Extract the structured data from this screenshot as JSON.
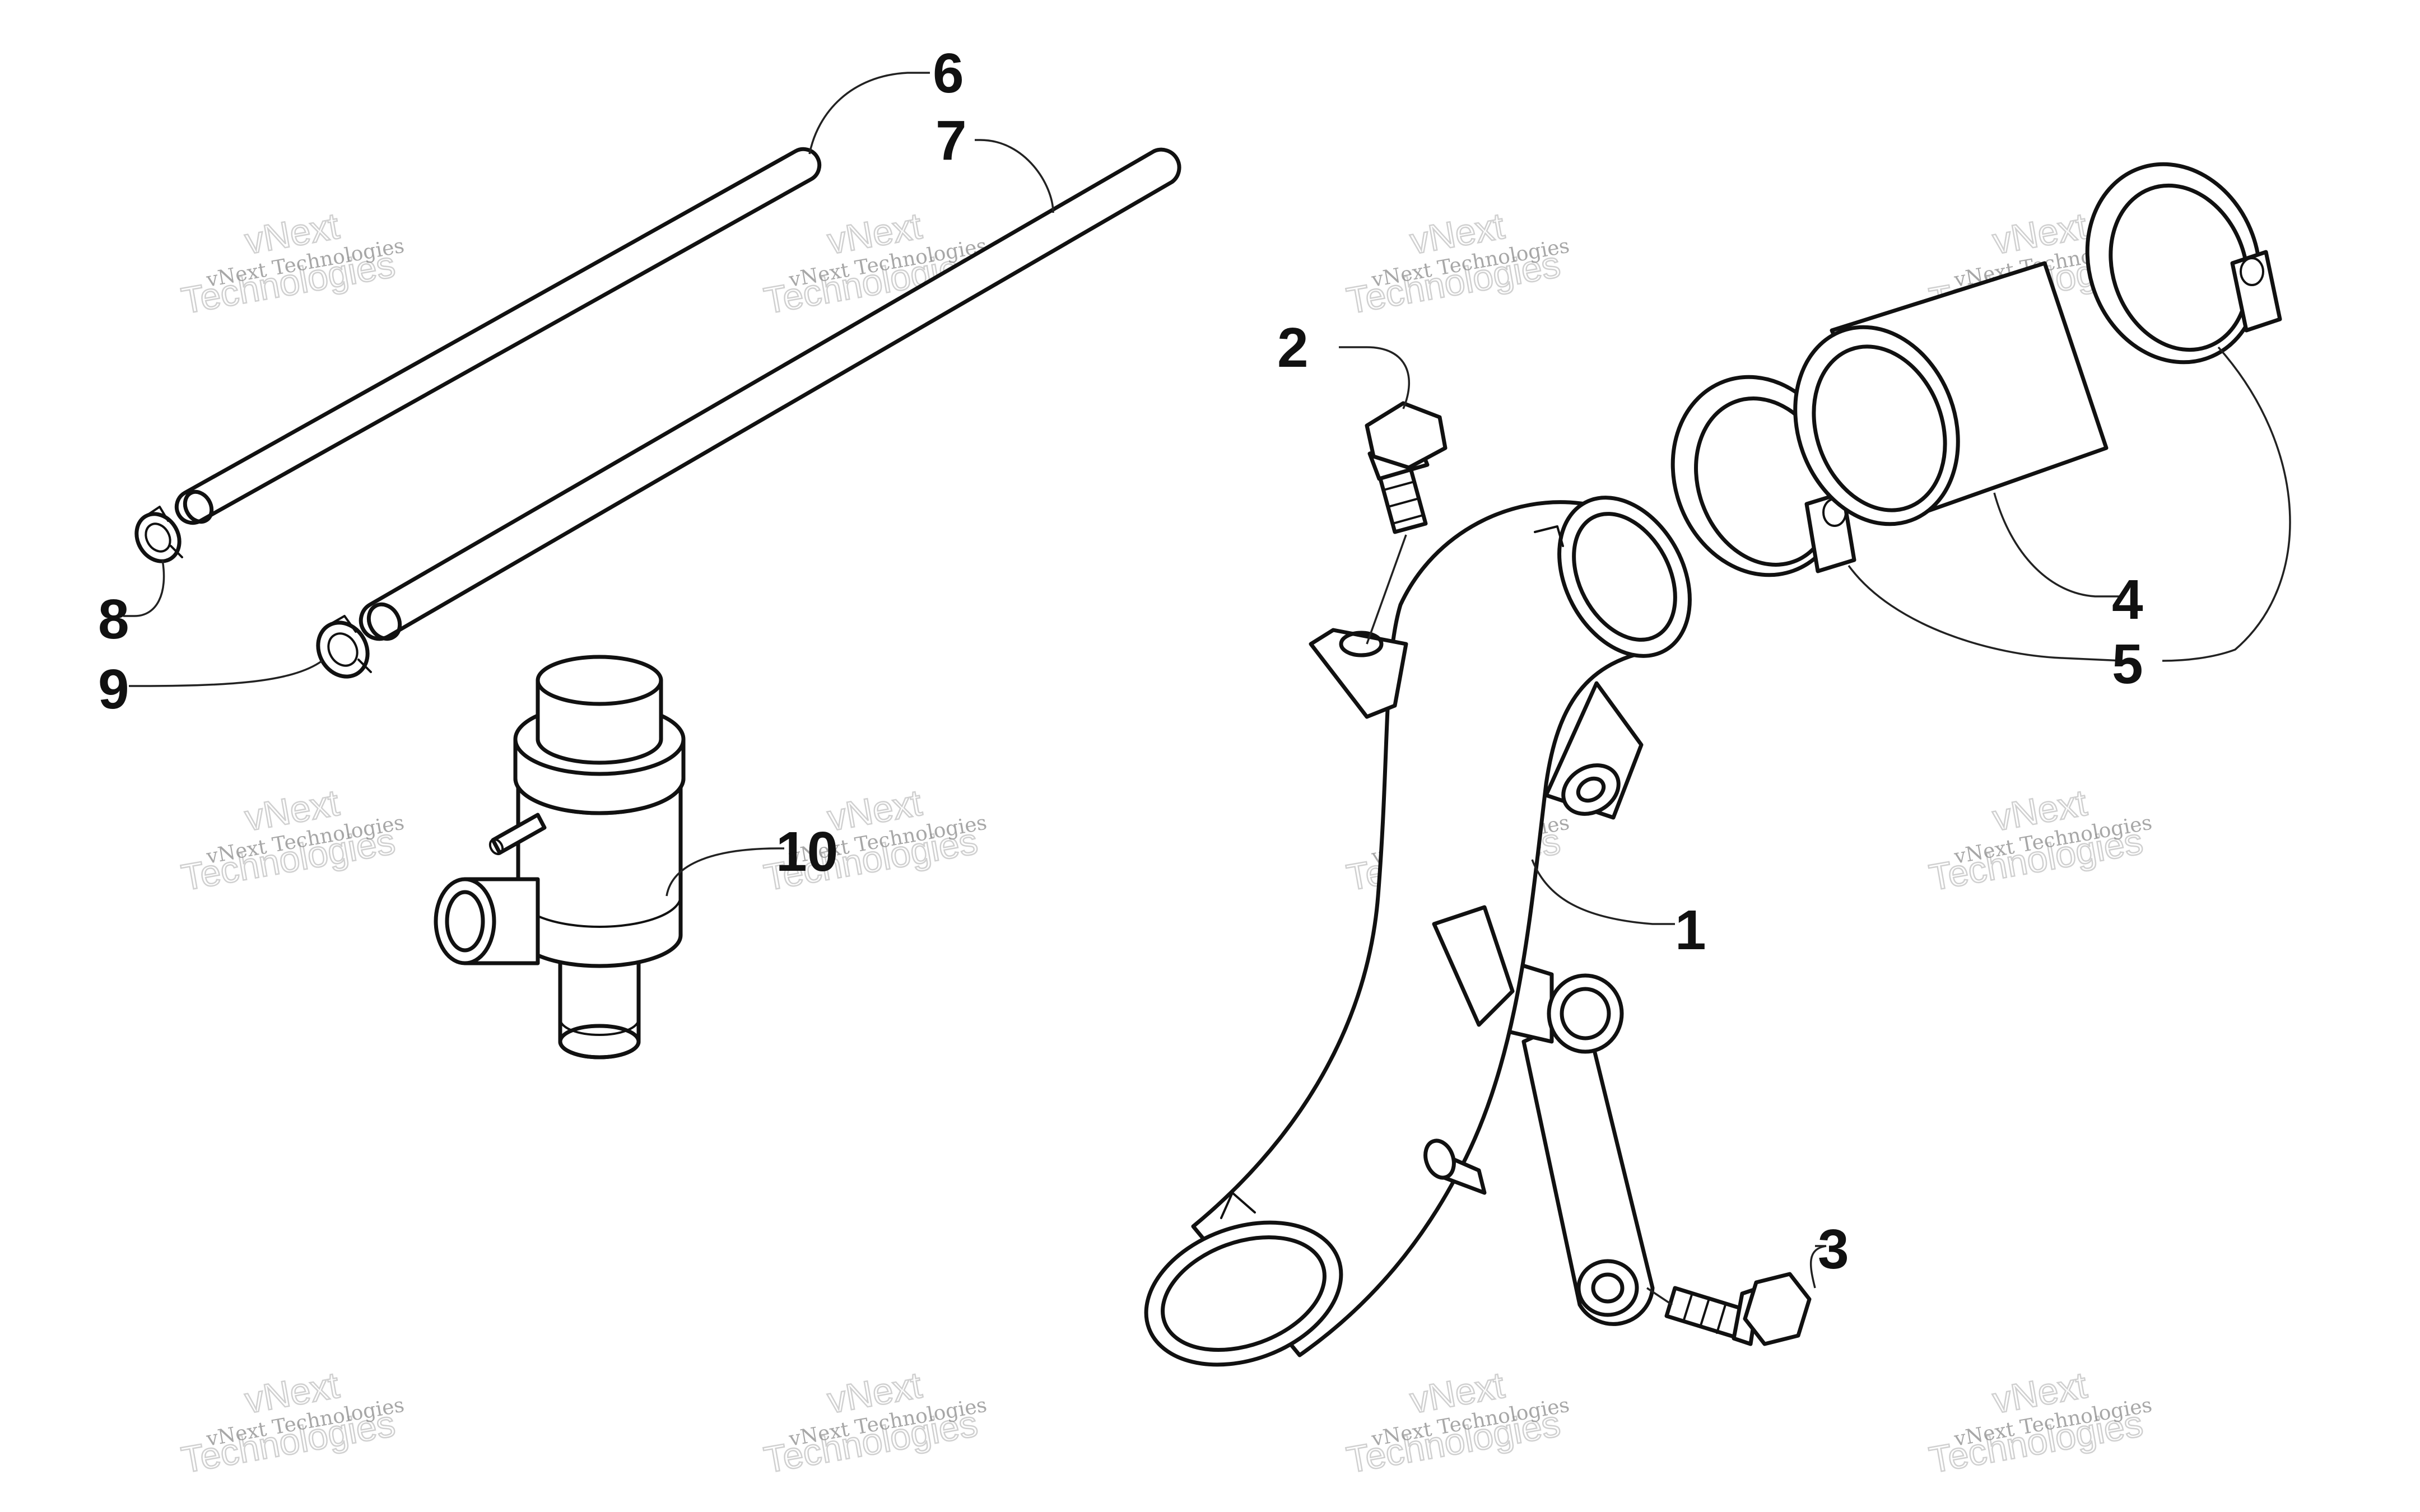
{
  "callouts": [
    "1",
    "2",
    "3",
    "4",
    "5",
    "6",
    "7",
    "8",
    "9",
    "10"
  ],
  "watermark": {
    "small": "vNext Technologies",
    "big_line1": "vNext",
    "big_line2": "Technologies"
  }
}
